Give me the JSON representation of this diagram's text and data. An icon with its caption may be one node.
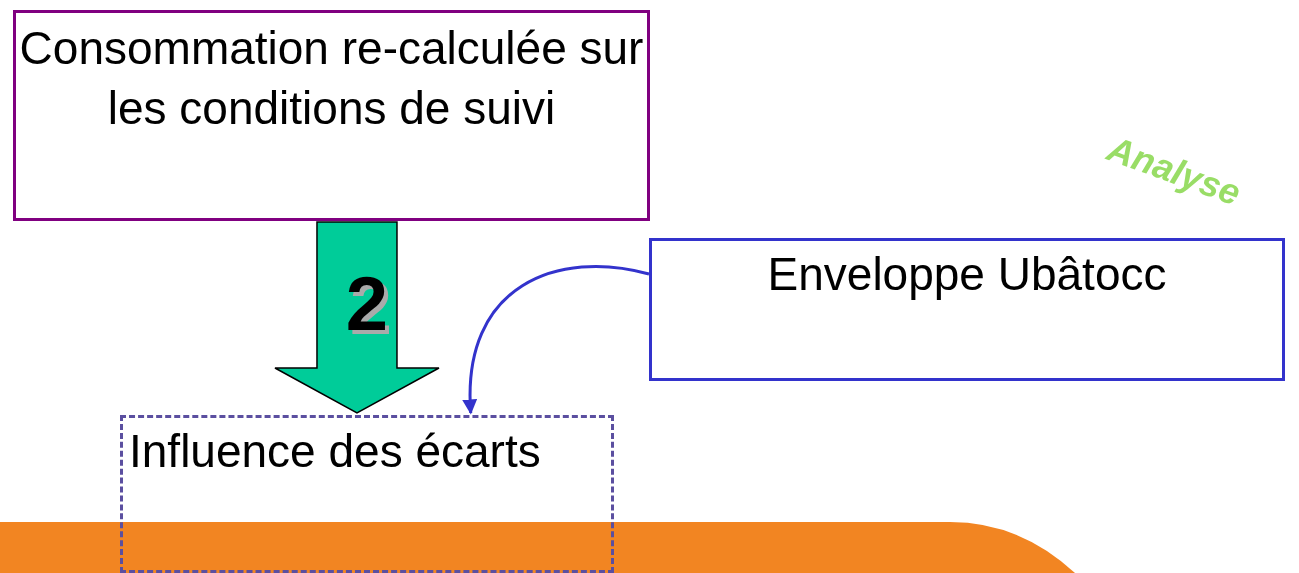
{
  "diagram": {
    "nodes": [
      {
        "text": [
          "Consommation re-calculée sur les conditions de suivi"
        ]
      },
      {
        "text": [
          "Enveloppe Ubâtocc"
        ]
      },
      {
        "text": [
          "Influence des écarts"
        ]
      },
      {
        "text": [],
        "shape": "bar"
      }
    ],
    "edges": [
      {
        "from": 0,
        "to": 2,
        "arrow": "to",
        "label": "2",
        "style": "thick",
        "color": "#00cc99"
      },
      {
        "from": 1,
        "to": 2,
        "arrow": "to"
      }
    ],
    "labels": [
      "Analyse"
    ]
  }
}
